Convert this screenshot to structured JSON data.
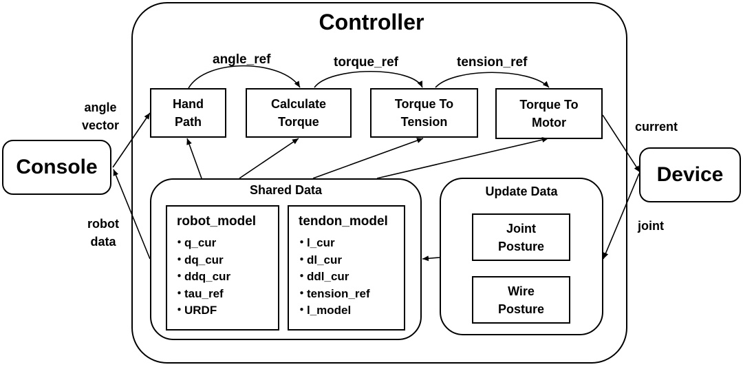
{
  "controller": {
    "title": "Controller"
  },
  "console": {
    "label": "Console"
  },
  "device": {
    "label": "Device"
  },
  "blocks": {
    "hand_path": [
      "Hand",
      "Path"
    ],
    "calculate_torque": [
      "Calculate",
      "Torque"
    ],
    "torque_to_tension": [
      "Torque To",
      "Tension"
    ],
    "torque_to_motor": [
      "Torque To",
      "Motor"
    ]
  },
  "arc_labels": {
    "angle_ref": "angle_ref",
    "torque_ref": "torque_ref",
    "tension_ref": "tension_ref"
  },
  "side_labels": {
    "angle_vector": [
      "angle",
      "vector"
    ],
    "robot_data": [
      "robot",
      "data"
    ],
    "current": "current",
    "joint": "joint"
  },
  "shared_data": {
    "title": "Shared Data",
    "robot_model": {
      "title": "robot_model",
      "bullet": "・",
      "items": [
        "q_cur",
        "dq_cur",
        "ddq_cur",
        "tau_ref",
        "URDF"
      ]
    },
    "tendon_model": {
      "title": "tendon_model",
      "bullet": "・",
      "items": [
        "l_cur",
        "dl_cur",
        "ddl_cur",
        "tension_ref",
        "l_model"
      ]
    }
  },
  "update_data": {
    "title": "Update Data",
    "joint_posture": [
      "Joint",
      "Posture"
    ],
    "wire_posture": [
      "Wire",
      "Posture"
    ]
  }
}
